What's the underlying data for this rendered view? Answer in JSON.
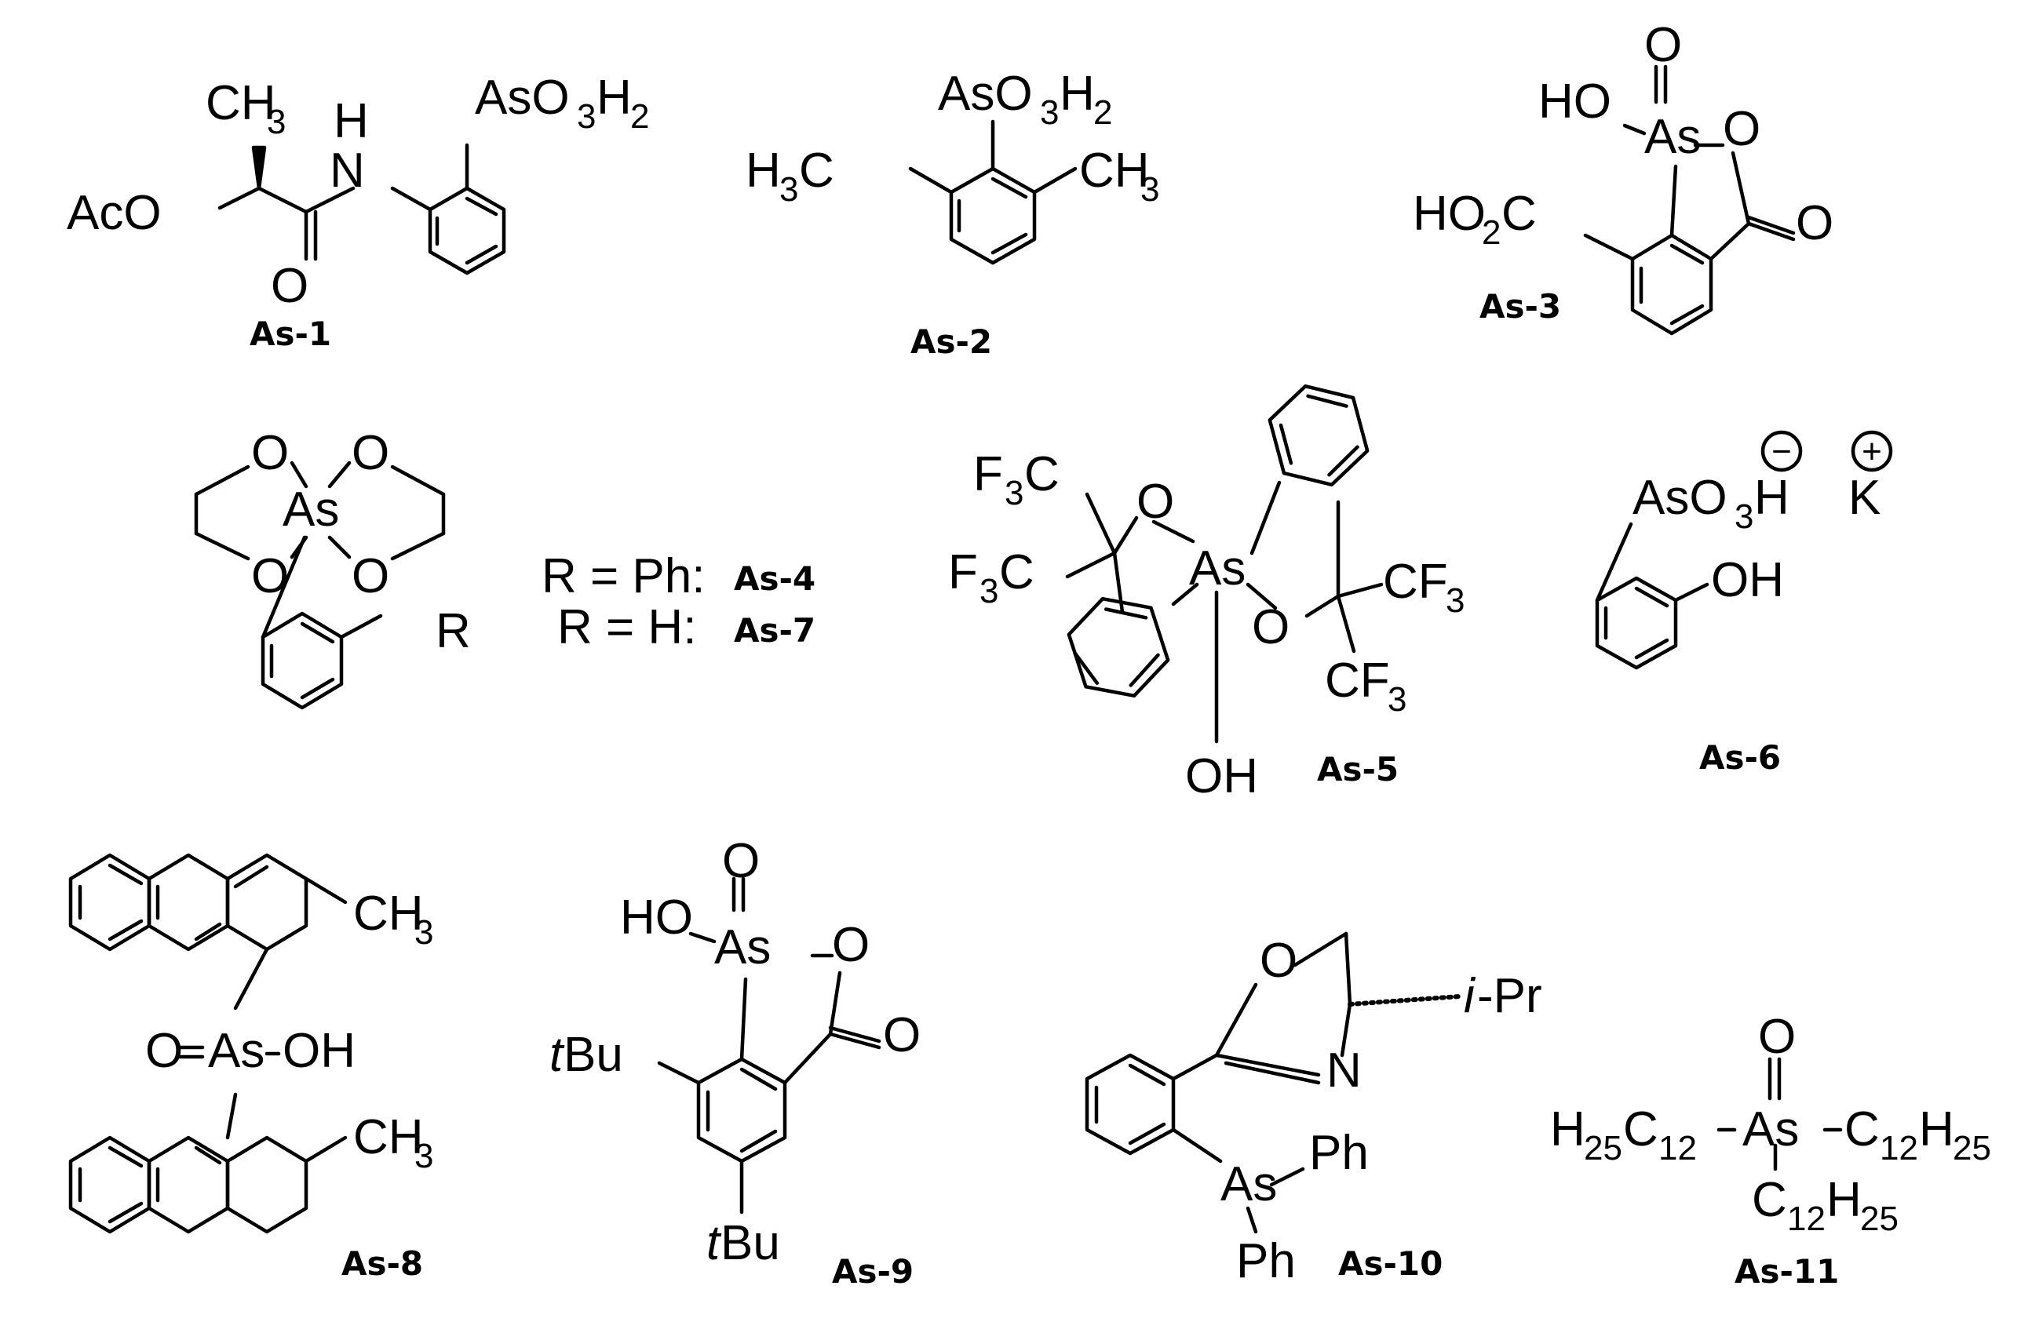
{
  "figure": {
    "structures": [
      {
        "id": "as1",
        "label": "As-1",
        "atoms": [
          "CH",
          "3",
          "AcO",
          "H",
          "N",
          "O",
          "AsO",
          "3",
          "H",
          "2"
        ]
      },
      {
        "id": "as2",
        "label": "As-2",
        "atoms": [
          "H",
          "3",
          "C",
          "CH",
          "3",
          "AsO",
          "3",
          "H",
          "2"
        ]
      },
      {
        "id": "as3",
        "label": "As-3",
        "atoms": [
          "O",
          "HO",
          "As",
          "O",
          "O",
          "HO",
          "2",
          "C"
        ]
      },
      {
        "id": "as47",
        "atoms": [
          "O",
          "O",
          "As",
          "O",
          "O",
          "R"
        ]
      },
      {
        "id": "as5",
        "label": "As-5",
        "atoms": [
          "F",
          "3",
          "C",
          "O",
          "F",
          "3",
          "C",
          "As",
          "CF",
          "3",
          "O",
          "CF",
          "3",
          "OH"
        ]
      },
      {
        "id": "as6",
        "label": "As-6",
        "atoms": [
          "AsO",
          "3",
          "H",
          "K",
          "OH"
        ]
      },
      {
        "id": "as8",
        "label": "As-8",
        "atoms": [
          "CH",
          "3",
          "O",
          "As",
          "OH",
          "CH",
          "3"
        ]
      },
      {
        "id": "as9",
        "label": "As-9",
        "atoms": [
          "O",
          "HO",
          "As",
          "O",
          "O",
          "t",
          "Bu",
          "t",
          "Bu"
        ]
      },
      {
        "id": "as10",
        "label": "As-10",
        "atoms": [
          "O",
          "N",
          "i",
          "-Pr",
          "As",
          "Ph",
          "Ph"
        ]
      },
      {
        "id": "as11",
        "label": "As-11",
        "atoms": [
          "O",
          "H",
          "25",
          "C",
          "12",
          "As",
          "C",
          "12",
          "H",
          "25",
          "C",
          "12",
          "H",
          "25"
        ]
      }
    ],
    "r_legend": [
      {
        "text": "R = Ph:",
        "label": "As-4"
      },
      {
        "text": "R = H:",
        "label": "As-7"
      }
    ],
    "charges": {
      "minus": "−",
      "plus": "+"
    }
  }
}
